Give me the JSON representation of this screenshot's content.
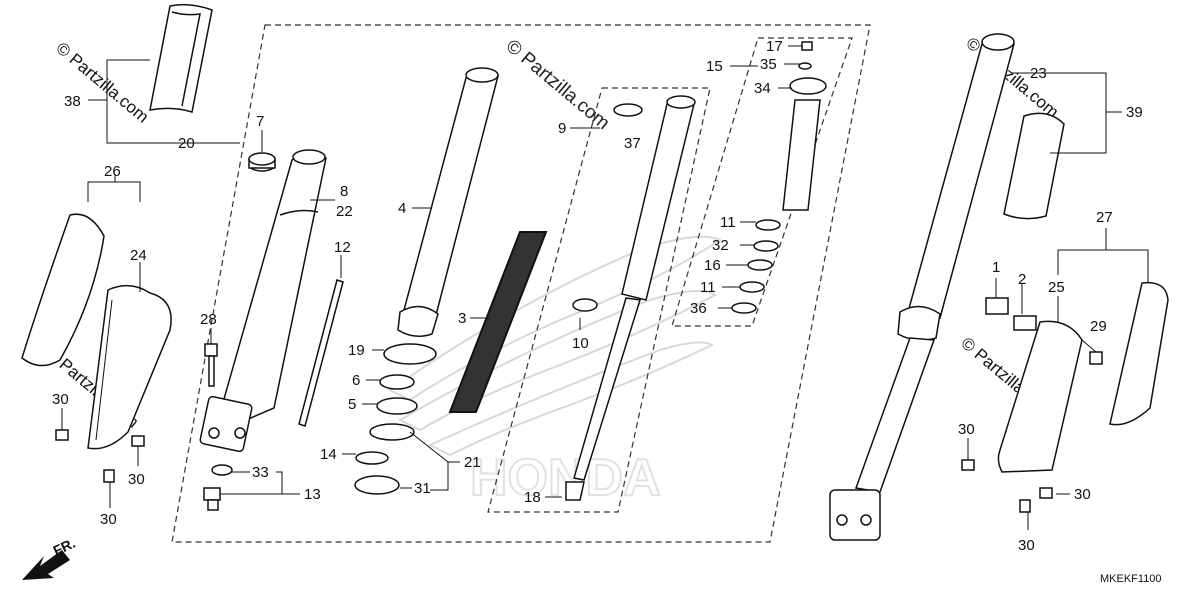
{
  "diagram": {
    "watermark": "© Partzilla.com",
    "diagram_code": "MKEKF1100",
    "front_marker": "FR.",
    "part_labels": {
      "p1": "1",
      "p2": "2",
      "p3": "3",
      "p4": "4",
      "p5": "5",
      "p6": "6",
      "p7": "7",
      "p8": "8",
      "p9": "9",
      "p10": "10",
      "p11a": "11",
      "p11b": "11",
      "p12": "12",
      "p13": "13",
      "p14": "14",
      "p15": "15",
      "p16": "16",
      "p17": "17",
      "p18": "18",
      "p19": "19",
      "p20": "20",
      "p21": "21",
      "p22": "22",
      "p23": "23",
      "p24": "24",
      "p25": "25",
      "p26": "26",
      "p27": "27",
      "p28": "28",
      "p29": "29",
      "p30a": "30",
      "p30b": "30",
      "p30c": "30",
      "p30d": "30",
      "p30e": "30",
      "p30f": "30",
      "p31": "31",
      "p32": "32",
      "p33": "33",
      "p34": "34",
      "p35": "35",
      "p36": "36",
      "p37": "37",
      "p38": "38",
      "p39": "39"
    }
  }
}
